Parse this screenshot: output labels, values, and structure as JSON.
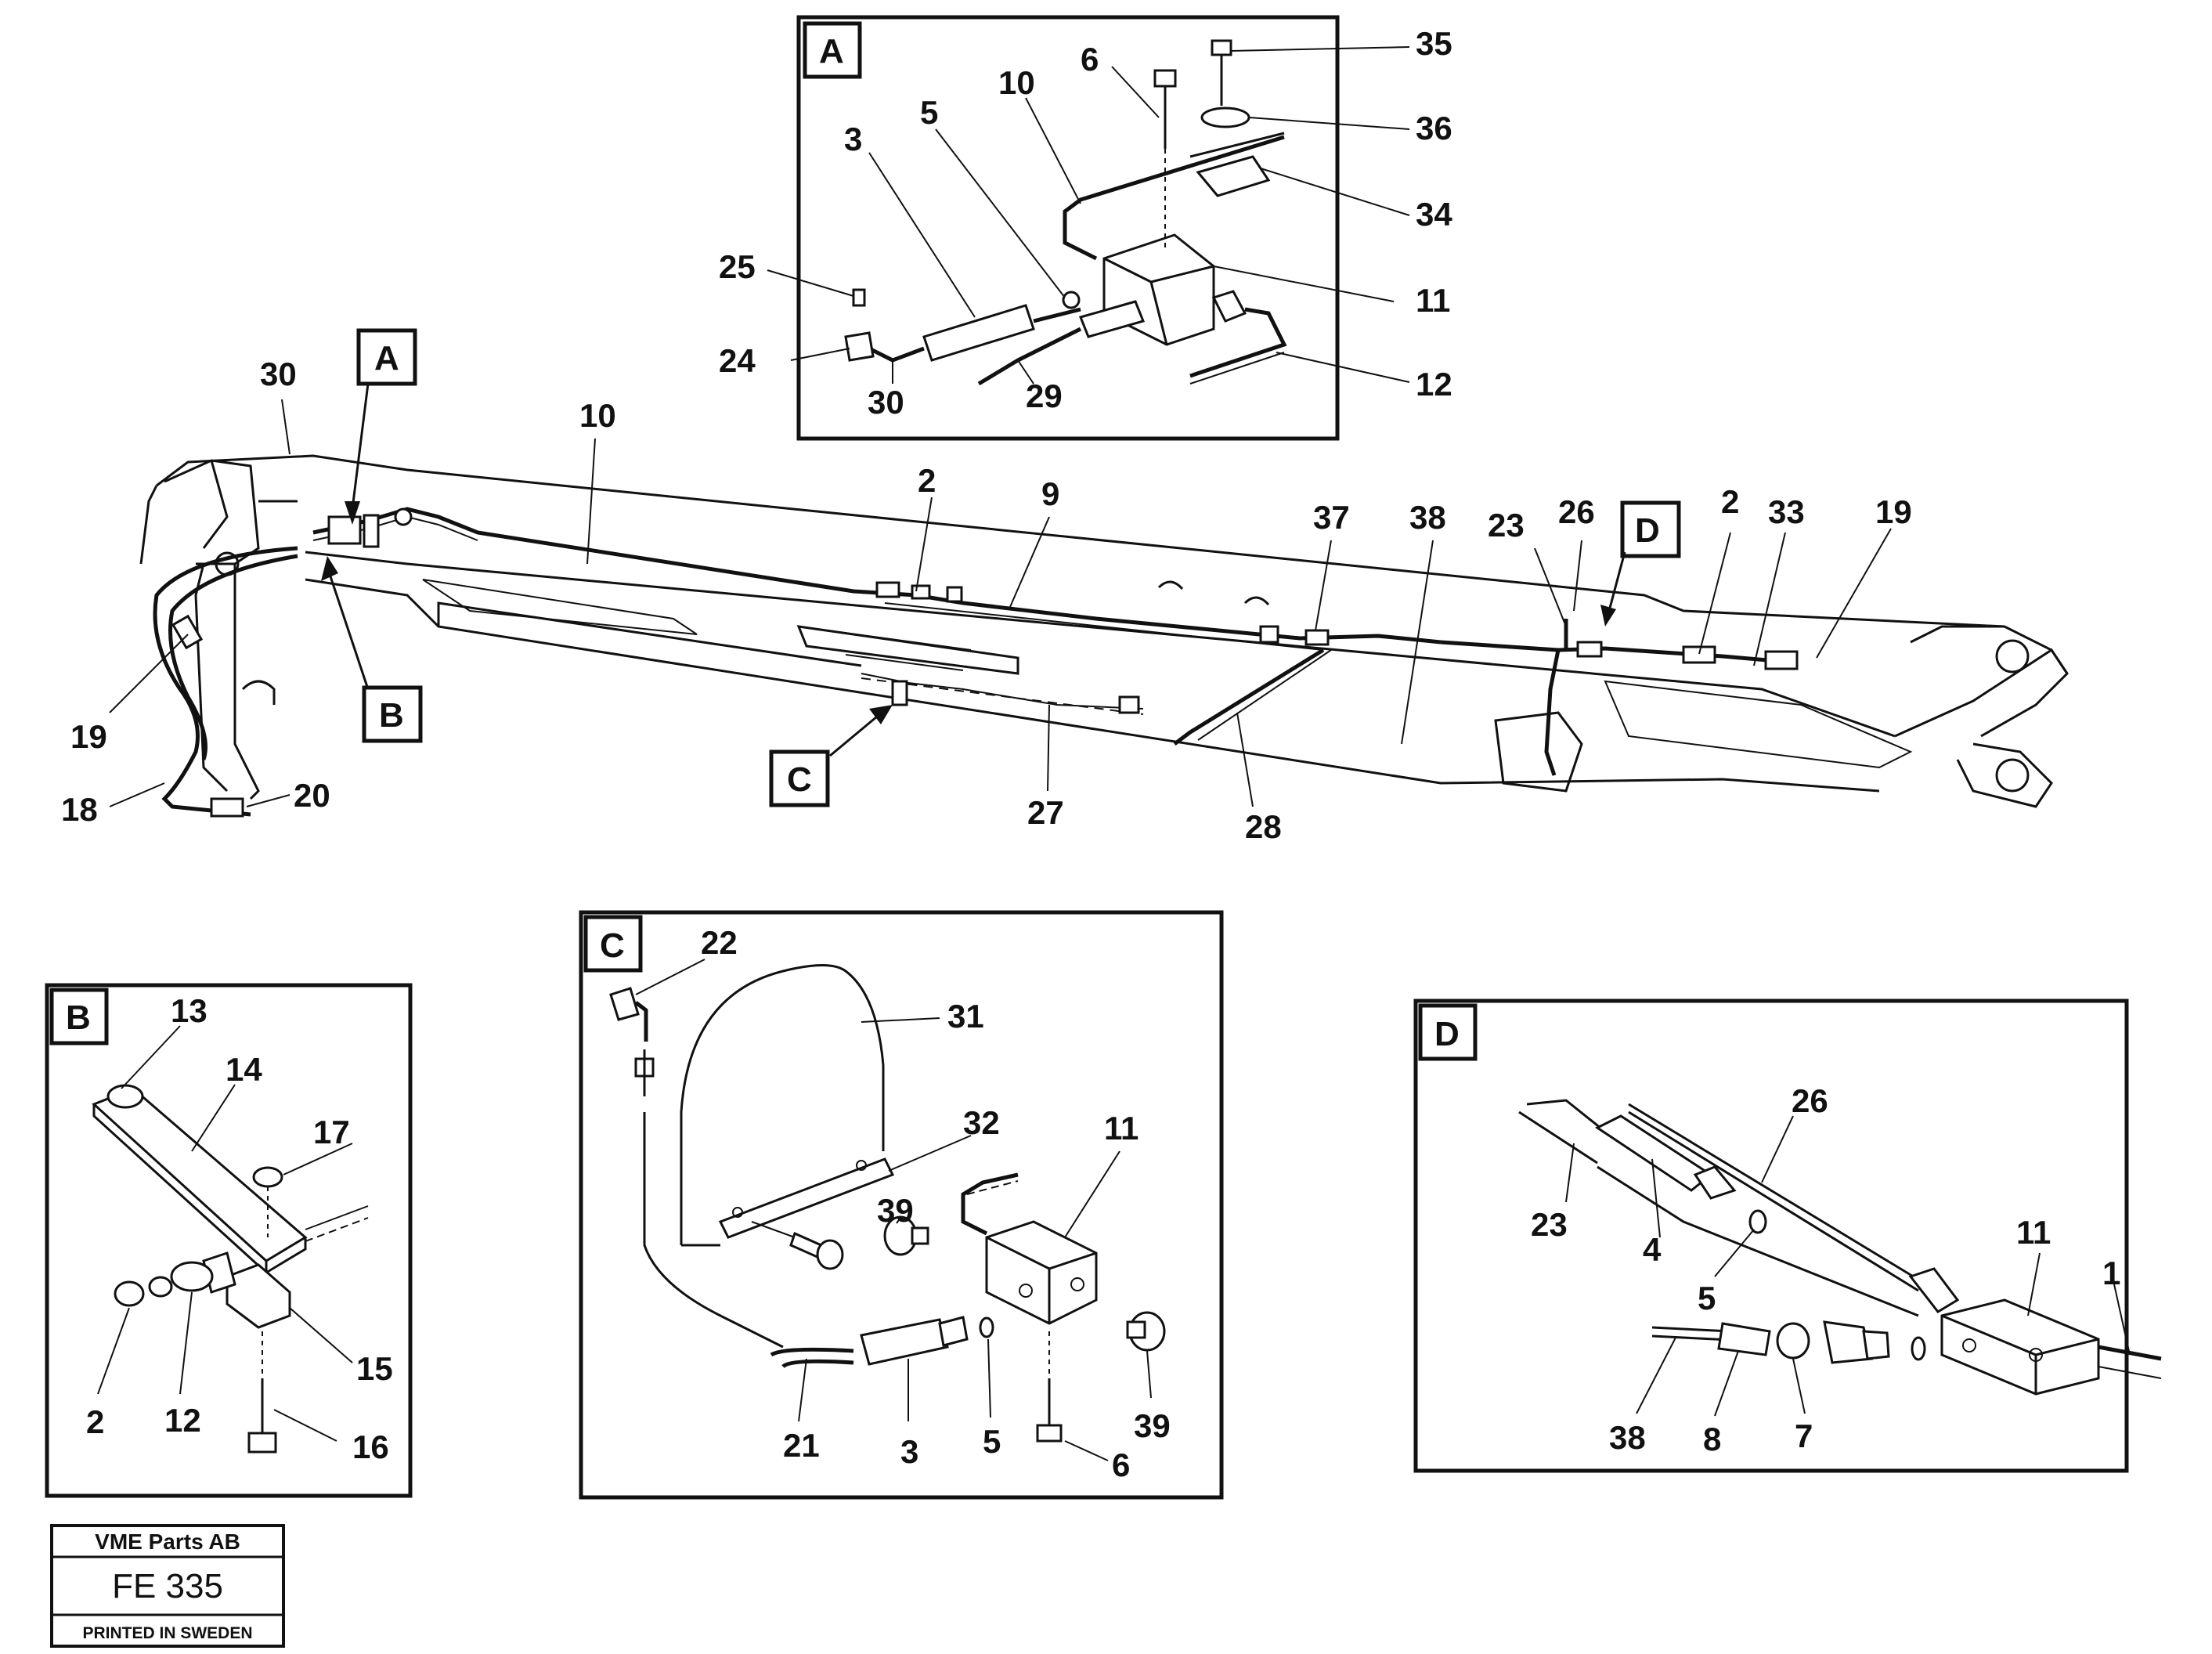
{
  "diagram": {
    "main_labels": [
      {
        "id": "30a",
        "text": "30"
      },
      {
        "id": "10a",
        "text": "10"
      },
      {
        "id": "2a",
        "text": "2"
      },
      {
        "id": "9",
        "text": "9"
      },
      {
        "id": "37",
        "text": "37"
      },
      {
        "id": "38a",
        "text": "38"
      },
      {
        "id": "23a",
        "text": "23"
      },
      {
        "id": "26a",
        "text": "26"
      },
      {
        "id": "2b",
        "text": "2"
      },
      {
        "id": "33",
        "text": "33"
      },
      {
        "id": "19a",
        "text": "19"
      },
      {
        "id": "19b",
        "text": "19"
      },
      {
        "id": "18",
        "text": "18"
      },
      {
        "id": "20",
        "text": "20"
      },
      {
        "id": "27",
        "text": "27"
      },
      {
        "id": "28",
        "text": "28"
      }
    ],
    "callouts": {
      "A": "A",
      "B": "B",
      "C": "C",
      "D": "D"
    },
    "inset_a": {
      "tag": "A",
      "labels": [
        "6",
        "35",
        "10",
        "36",
        "3",
        "5",
        "34",
        "25",
        "11",
        "24",
        "30",
        "29",
        "12"
      ]
    },
    "inset_b": {
      "tag": "B",
      "labels": [
        "13",
        "14",
        "17",
        "15",
        "2",
        "12",
        "16"
      ]
    },
    "inset_c": {
      "tag": "C",
      "labels": [
        "22",
        "31",
        "32",
        "11",
        "39",
        "21",
        "3",
        "5",
        "39",
        "6"
      ]
    },
    "inset_d": {
      "tag": "D",
      "labels": [
        "26",
        "11",
        "23",
        "4",
        "5",
        "1",
        "38",
        "8",
        "7"
      ]
    }
  },
  "stamp": {
    "company": "VME Parts AB",
    "code": "FE 335",
    "printed": "PRINTED IN SWEDEN"
  }
}
